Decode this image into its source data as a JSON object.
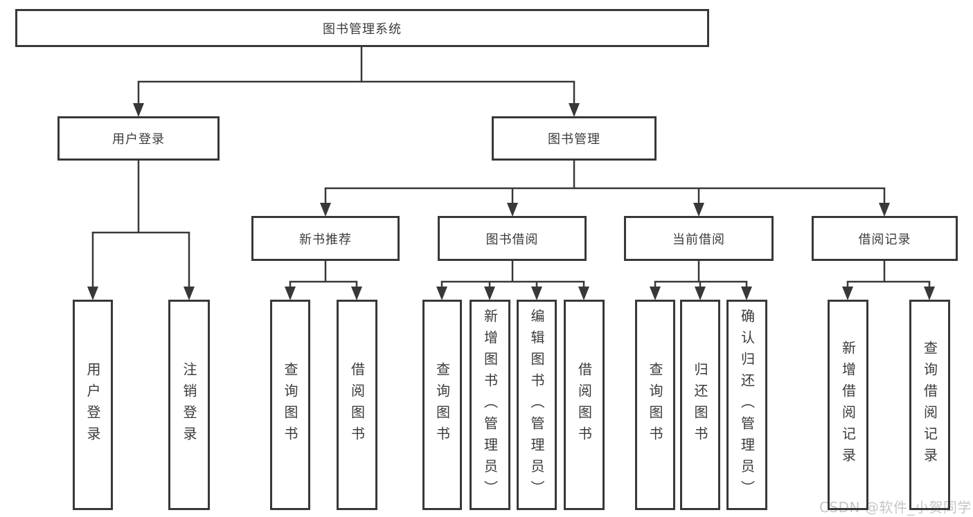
{
  "diagram": {
    "root": {
      "label": "图书管理系统"
    },
    "level2": [
      {
        "label": "用户登录"
      },
      {
        "label": "图书管理"
      }
    ],
    "level3": [
      {
        "label": "新书推荐"
      },
      {
        "label": "图书借阅"
      },
      {
        "label": "当前借阅"
      },
      {
        "label": "借阅记录"
      }
    ],
    "leaves": [
      {
        "label": "用户登录"
      },
      {
        "label": "注销登录"
      },
      {
        "label": "查询图书"
      },
      {
        "label": "借阅图书"
      },
      {
        "label": "查询图书"
      },
      {
        "label": "新增图书（管理员）"
      },
      {
        "label": "编辑图书（管理员）"
      },
      {
        "label": "借阅图书"
      },
      {
        "label": "查询图书"
      },
      {
        "label": "归还图书"
      },
      {
        "label": "确认归还（管理员）"
      },
      {
        "label": "新增借阅记录"
      },
      {
        "label": "查询借阅记录"
      }
    ]
  },
  "watermark": {
    "text": "CSDN @软件_小贺同学"
  },
  "colors": {
    "line": "#383838",
    "text": "#3b3b3b",
    "watermark": "#c6c6c6",
    "background": "#ffffff"
  }
}
